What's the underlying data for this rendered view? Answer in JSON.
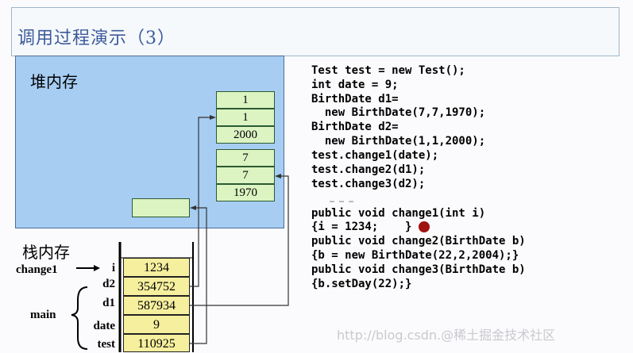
{
  "title": "调用过程演示（3）",
  "heap": {
    "label": "堆内存",
    "objA": [
      "1",
      "1",
      "2000"
    ],
    "objB": [
      "7",
      "7",
      "1970"
    ]
  },
  "stack": {
    "label": "栈内存",
    "frame_change1": "change1",
    "frame_main": "main",
    "rows": [
      {
        "name": "i",
        "value": "1234"
      },
      {
        "name": "d2",
        "value": "354752"
      },
      {
        "name": "d1",
        "value": "587934"
      },
      {
        "name": "date",
        "value": "9"
      },
      {
        "name": "test",
        "value": "110925"
      }
    ]
  },
  "code": {
    "lines": [
      "Test test = new Test();",
      "int date = 9;",
      "BirthDate d1=",
      "  new BirthDate(7,7,1970);",
      "BirthDate d2=",
      "  new BirthDate(1,1,2000);",
      "test.change1(date);",
      "test.change2(d1);",
      "test.change3(d2);"
    ],
    "dots": "… … …",
    "methods": [
      "public void change1(int i)",
      "{i = 1234;    }",
      "public void change2(BirthDate b)",
      "{b = new BirthDate(22,2,2004);}",
      "public void change3(BirthDate b)",
      "{b.setDay(22);}"
    ]
  },
  "watermark": "http://blog.csdn.@稀土掘金技术社区",
  "colors": {
    "heap_bg": "#a7cdf3",
    "heap_box": "#dcf3c2",
    "stack_box": "#f5ef9e",
    "title": "#3c5a9a",
    "cursor_dot": "#a11212"
  }
}
